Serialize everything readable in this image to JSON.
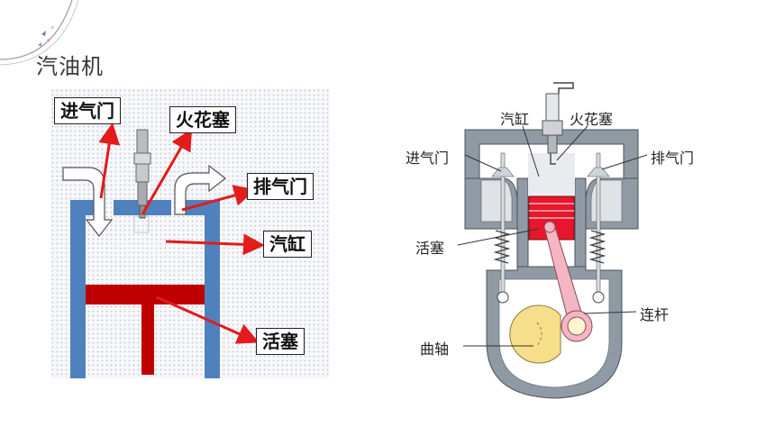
{
  "page": {
    "title": "汽油机"
  },
  "left_diagram": {
    "labels": {
      "intake_valve": "进气门",
      "spark_plug": "火花塞",
      "exhaust_valve": "排气门",
      "cylinder": "汽缸",
      "piston": "活塞"
    },
    "colors": {
      "cylinder_wall": "#4f81bd",
      "piston": "#c00000",
      "arrow": "#e31b1b"
    }
  },
  "right_diagram": {
    "labels": {
      "cylinder": "汽缸",
      "spark_plug": "火花塞",
      "intake_valve": "进气门",
      "exhaust_valve": "排气门",
      "piston": "活塞",
      "connecting_rod": "连杆",
      "crankshaft": "曲轴"
    },
    "colors": {
      "body": "#8f9aa4",
      "piston": "#e8162a",
      "rod": "#f4b6c3",
      "crank": "#f7de8a"
    }
  }
}
